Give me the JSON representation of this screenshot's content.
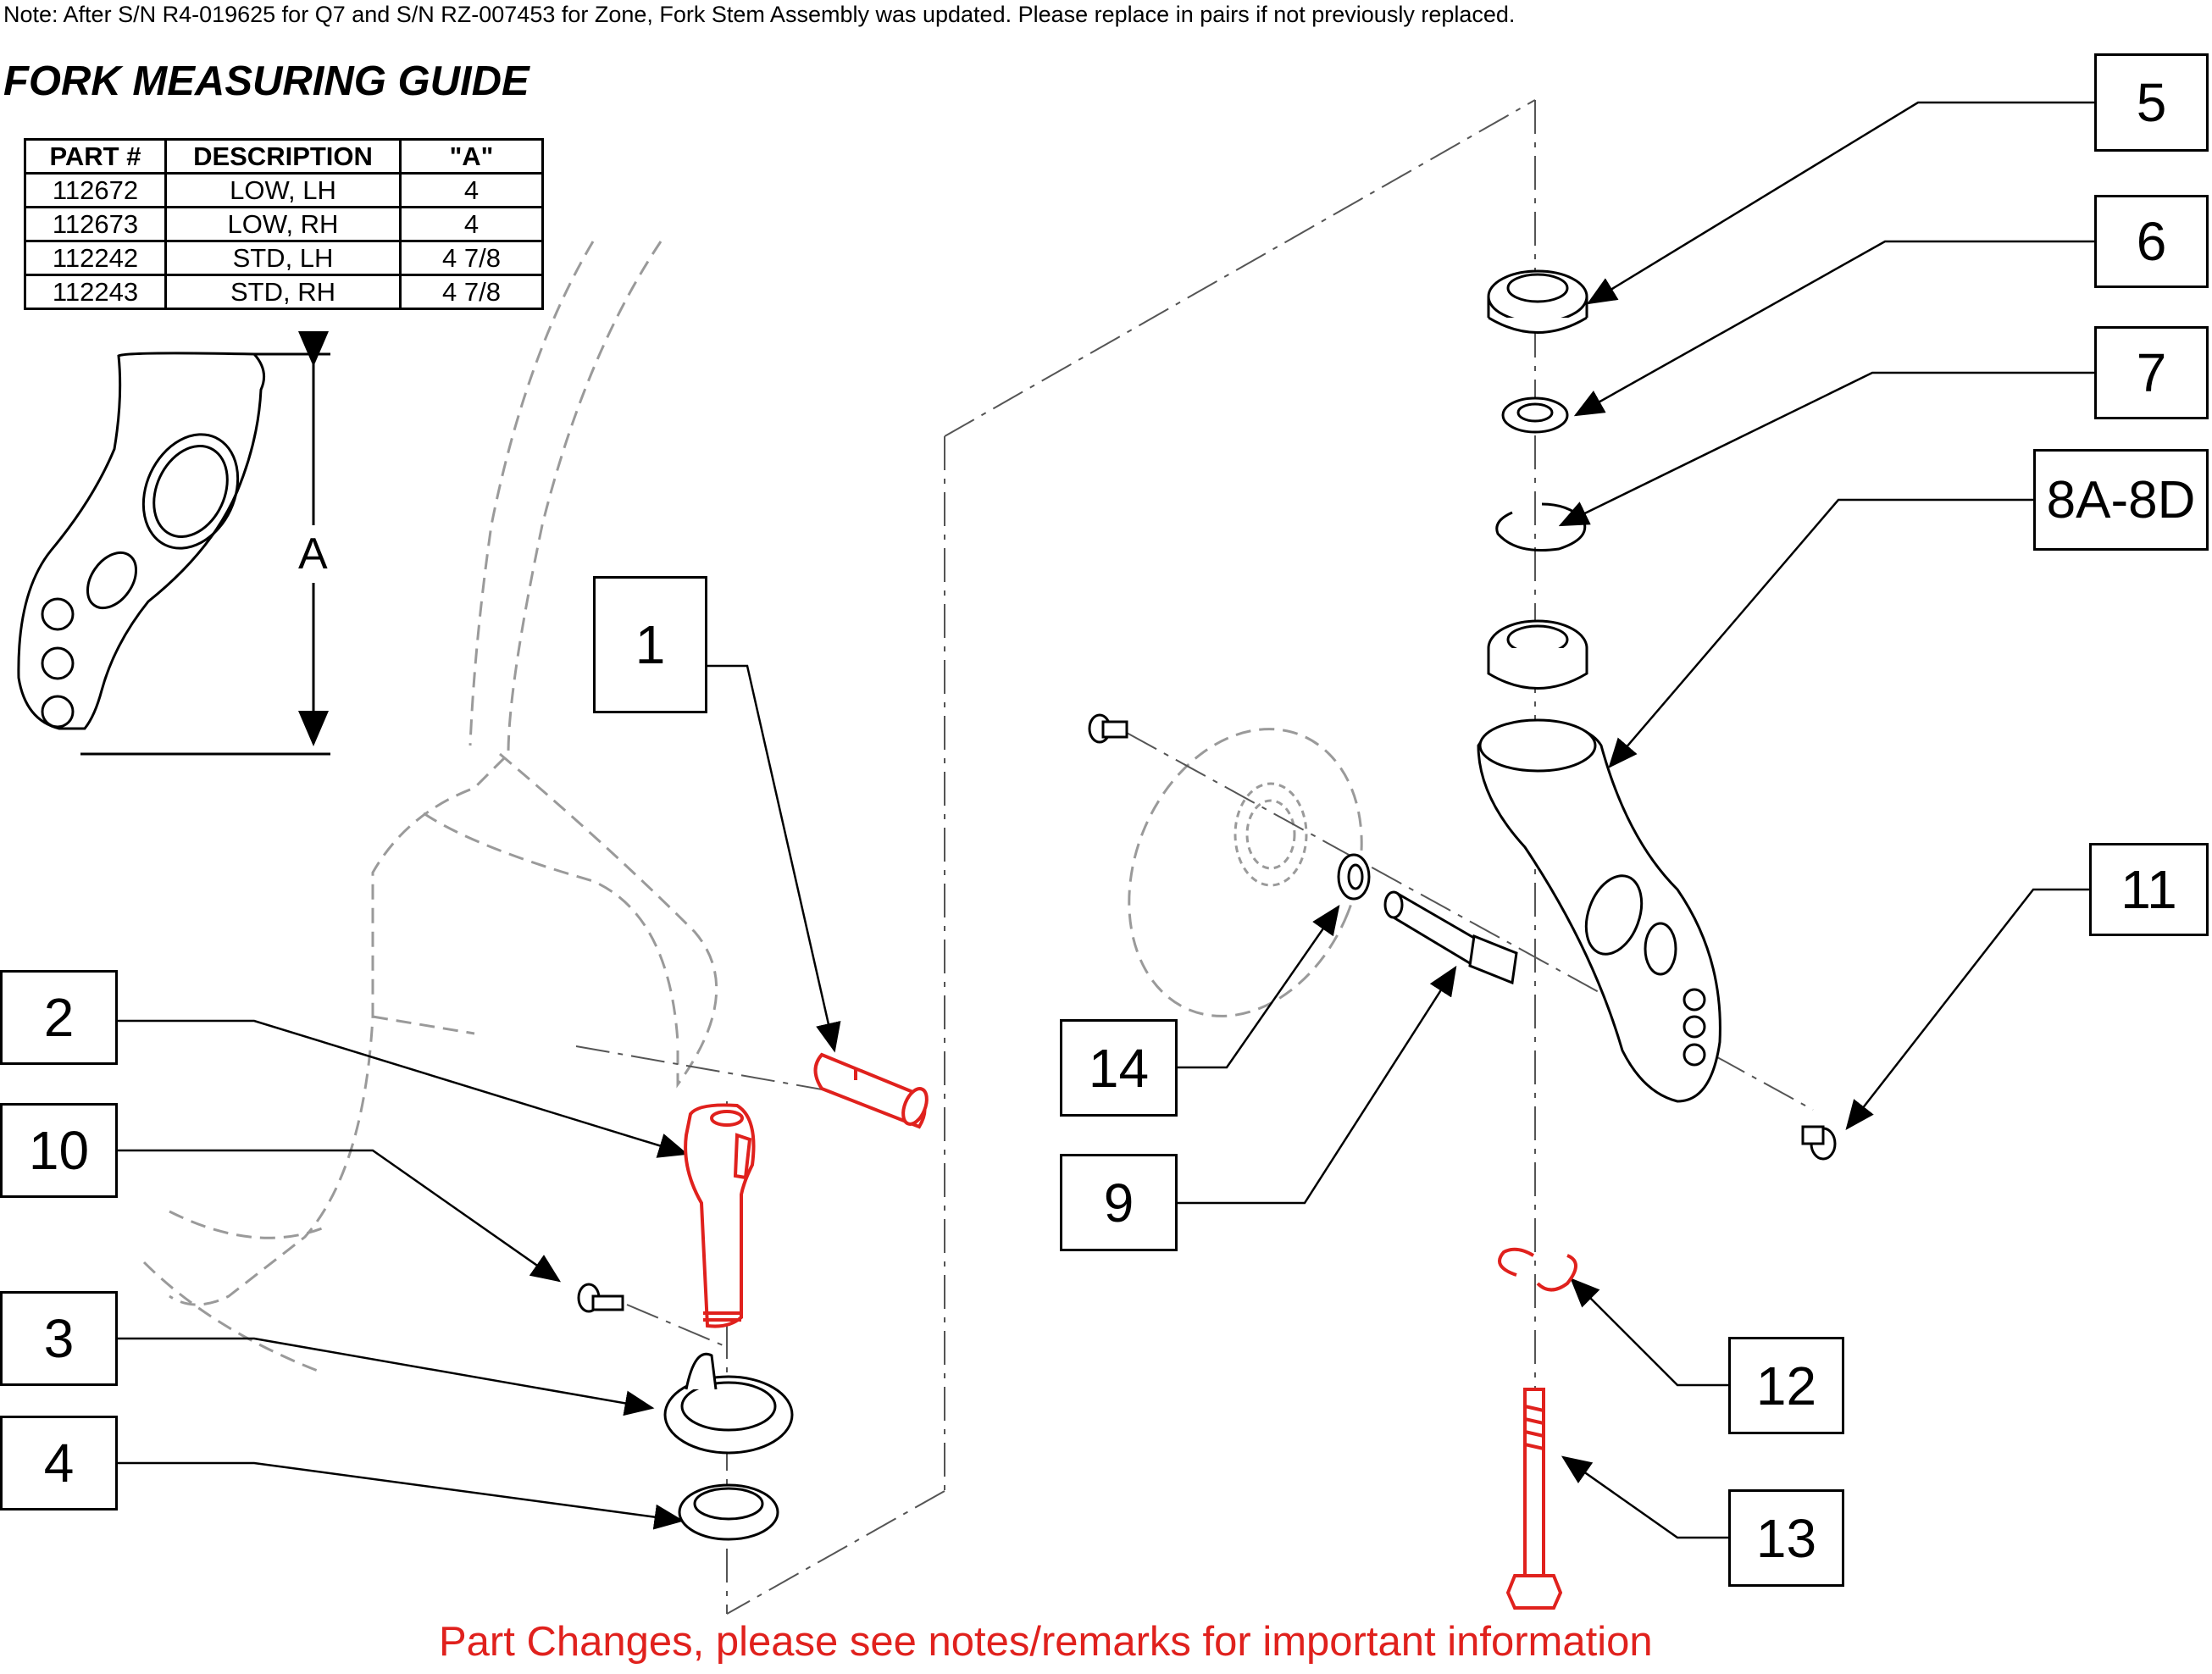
{
  "note": "Note: After S/N R4-019625 for Q7 and S/N RZ-007453 for Zone, Fork Stem Assembly was updated. Please replace in pairs if not previously replaced.",
  "guide": {
    "title": "FORK MEASURING GUIDE",
    "dimension_label": "A",
    "table": {
      "headers": [
        "PART #",
        "DESCRIPTION",
        "\"A\""
      ],
      "rows": [
        [
          "112672",
          "LOW, LH",
          "4"
        ],
        [
          "112673",
          "LOW, RH",
          "4"
        ],
        [
          "112242",
          "STD, LH",
          "4 7/8"
        ],
        [
          "112243",
          "STD, RH",
          "4 7/8"
        ]
      ]
    }
  },
  "callouts": {
    "c1": "1",
    "c2": "2",
    "c3": "3",
    "c4": "4",
    "c5": "5",
    "c6": "6",
    "c7": "7",
    "c8": "8A-8D",
    "c9": "9",
    "c10": "10",
    "c11": "11",
    "c12": "12",
    "c13": "13",
    "c14": "14"
  },
  "colors": {
    "highlight": "#e0211d",
    "line": "#000000",
    "ghost": "#9a9a9a"
  },
  "footer": "Part Changes, please see notes/remarks for important information"
}
